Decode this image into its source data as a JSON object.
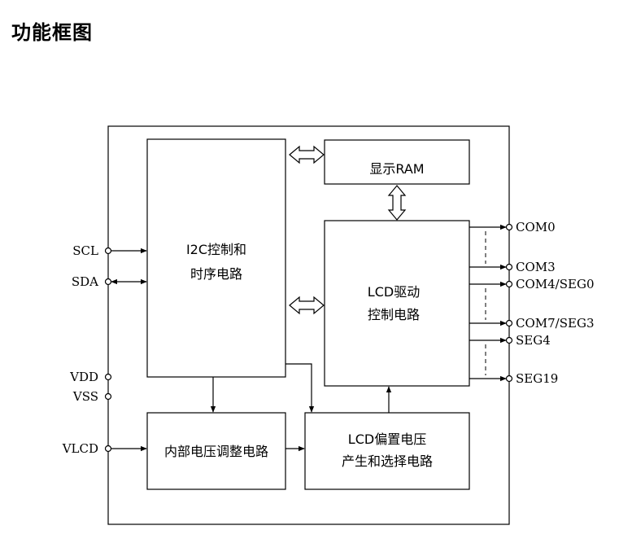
{
  "title": "功能框图",
  "blocks": {
    "i2c": [
      "I2C控制和",
      "时序电路"
    ],
    "ram": "显示RAM",
    "lcd_driver": [
      "LCD驱动",
      "控制电路"
    ],
    "regulator": "内部电压调整电路",
    "bias": [
      "LCD偏置电压",
      "产生和选择电路"
    ]
  },
  "left_pins": {
    "scl": "SCL",
    "sda": "SDA",
    "vdd": "VDD",
    "vss": "VSS",
    "vlcd": "VLCD"
  },
  "right_pins": {
    "com0": "COM0",
    "com3": "COM3",
    "com4_seg0": "COM4/SEG0",
    "com7_seg3": "COM7/SEG3",
    "seg4": "SEG4",
    "seg19": "SEG19"
  }
}
